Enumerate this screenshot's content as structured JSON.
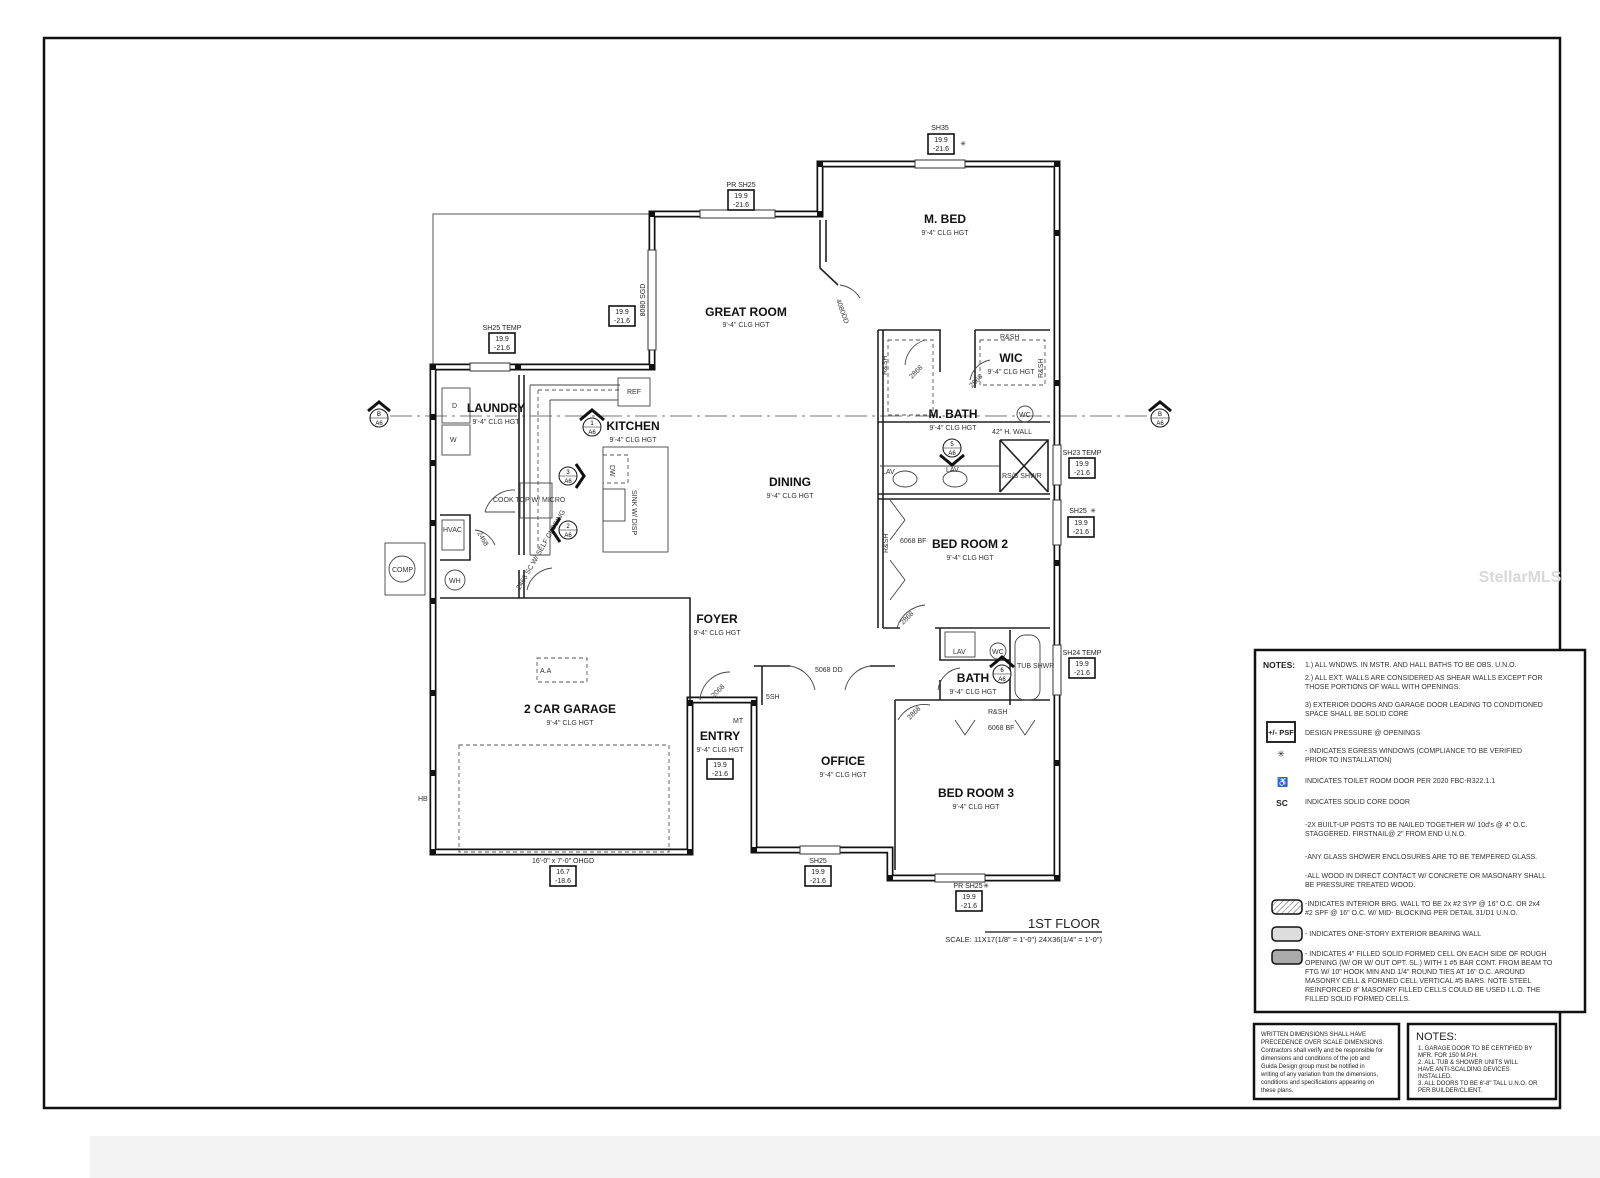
{
  "sheet": {
    "title": "1ST FLOOR",
    "scale": "SCALE:  11X17(1/8\" = 1'-0\")  24X36(1/4\" = 1'-0\")",
    "watermark": "StellarMLS"
  },
  "rooms": [
    {
      "name": "GREAT ROOM",
      "ceiling": "9'-4\" CLG HGT"
    },
    {
      "name": "KITCHEN",
      "ceiling": "9'-4\" CLG HGT"
    },
    {
      "name": "LAUNDRY",
      "ceiling": "9'-4\" CLG HGT"
    },
    {
      "name": "DINING",
      "ceiling": "9'-4\" CLG HGT"
    },
    {
      "name": "M. BED",
      "ceiling": "9'-4\" CLG HGT"
    },
    {
      "name": "M. BATH",
      "ceiling": "9'-4\" CLG HGT"
    },
    {
      "name": "WIC",
      "ceiling": "9'-4\" CLG HGT"
    },
    {
      "name": "BED ROOM 2",
      "ceiling": "9'-4\" CLG HGT"
    },
    {
      "name": "FOYER",
      "ceiling": "9'-4\" CLG HGT"
    },
    {
      "name": "BATH",
      "ceiling": "9'-4\" CLG HGT"
    },
    {
      "name": "2 CAR GARAGE",
      "ceiling": "9'-4\" CLG HGT"
    },
    {
      "name": "ENTRY",
      "ceiling": "9'-4\" CLG HGT"
    },
    {
      "name": "OFFICE",
      "ceiling": "9'-4\" CLG HGT"
    },
    {
      "name": "BED ROOM 3",
      "ceiling": "9'-4\" CLG HGT"
    }
  ],
  "windows": [
    {
      "label": "SH35",
      "pos": "19.9",
      "neg": "-21.6"
    },
    {
      "label": "PR SH25",
      "pos": "19.9",
      "neg": "-21.6"
    },
    {
      "label": "8080 SGD",
      "pos": "19.9",
      "neg": "-21.6"
    },
    {
      "label": "SH25 TEMP",
      "pos": "19.9",
      "neg": "-21.6"
    },
    {
      "label": "SH23 TEMP",
      "pos": "19.9",
      "neg": "-21.6"
    },
    {
      "label": "SH25",
      "pos": "19.9",
      "neg": "-21.6"
    },
    {
      "label": "SH24 TEMP",
      "pos": "19.9",
      "neg": "-21.6"
    },
    {
      "label": "",
      "pos": "19.9",
      "neg": "-21.6"
    },
    {
      "label": "16'-0\" x 7'-0\" OHGD",
      "pos": "16.7",
      "neg": "-18.6"
    },
    {
      "label": "SH25",
      "pos": "19.9",
      "neg": "-21.6"
    },
    {
      "label": "PR SH25",
      "pos": "19.9",
      "neg": "-21.6"
    }
  ],
  "fixtures": {
    "ref": "REF",
    "dryer": "D",
    "washer": "W",
    "hvac": "HVAC",
    "wh": "WH",
    "comp": "COMP",
    "dw": "DW",
    "sink": "SINK W/ DISP",
    "cooktop": "COOK TOP W/ MICRO",
    "laundry_door": "2468 SC W/ SELF CLOSING",
    "hvac_door": "2468",
    "mbed_door": "4080DD",
    "rsh": "R&SH",
    "wall42": "42\" H. WALL",
    "lav": "LAV",
    "shower": "RS/S SHWR",
    "bifold": "6068 BF",
    "tub": "TUB SHWR",
    "wc": "WC",
    "office_door": "5068 DD",
    "shelf": "5SH",
    "mt": "MT",
    "hb": "HB",
    "aa": "A.A",
    "door2068": "2068",
    "door2868": "2868",
    "door2868b": "2868",
    "door2868c": "2868",
    "door2868d": "2868"
  },
  "sections": [
    {
      "num": "1",
      "sheet": "A6"
    },
    {
      "num": "2",
      "sheet": "A6"
    },
    {
      "num": "3",
      "sheet": "A6"
    },
    {
      "num": "5",
      "sheet": "A6"
    },
    {
      "num": "6",
      "sheet": "A6"
    },
    {
      "num": "B",
      "sheet": "A6"
    },
    {
      "num": "B",
      "sheet": "A6"
    }
  ],
  "notes": {
    "heading": "NOTES:",
    "items": [
      "1.) ALL WNDWS. IN MSTR. AND HALL BATHS TO BE OBS.  U.N.O.",
      "2.) ALL EXT. WALLS ARE  CONSIDERED AS SHEAR  WALLS EXCEPT FOR",
      "THOSE PORTIONS OF WALL WITH OPENINGS.",
      "3) EXTERIOR DOORS AND  GARAGE DOOR LEADING TO  CONDITIONED",
      "SPACE SHALL  BE SOLID CORE"
    ],
    "legend": [
      {
        "symbol": "+/- PSF",
        "text": [
          "DESIGN PRESSURE @ OPENINGS"
        ]
      },
      {
        "symbol": "✳",
        "text": [
          "- INDICATES EGRESS WINDOWS  (COMPLIANCE TO BE VERIFIED",
          "PRIOR TO INSTALLATION)"
        ]
      },
      {
        "symbol": "♿",
        "text": [
          "INDICATES  TOILET ROOM DOOR PER 2020 FBC-R322.1.1"
        ]
      },
      {
        "symbol": "SC",
        "text": [
          "INDICATES  SOLID CORE DOOR"
        ]
      },
      {
        "symbol": "",
        "text": [
          "-2X BUILT-UP POSTS TO  BE NAILED TOGETHER W/ 10d's @ 4\" O.C.",
          "STAGGERED. FIRSTNAIL@ 2\" FROM END U.N.O."
        ]
      },
      {
        "symbol": "",
        "text": [
          "-ANY GLASS SHOWER ENCLOSURES ARE TO BE TEMPERED GLASS."
        ]
      },
      {
        "symbol": "",
        "text": [
          "-ALL WOOD IN DIRECT CONTACT W/ CONCRETE OR MASONARY SHALL",
          "BE PRESSURE TREATED WOOD."
        ]
      },
      {
        "symbol": "hatched",
        "text": [
          "-INDICATES INTERIOR BRG. WALL TO BE 2x  #2 SYP @ 16\" O.C. OR 2x4",
          "#2 SPF @ 16\" O.C. W/ MID- BLOCKING PER DETAIL 31/D1 U.N.O."
        ]
      },
      {
        "symbol": "light",
        "text": [
          "- INDICATES ONE-STORY EXTERIOR BEARING WALL"
        ]
      },
      {
        "symbol": "dark",
        "text": [
          "- INDICATES 4\" FILLED SOLID FORMED CELL ON EACH SIDE OF ROUGH",
          "OPENING (W/ OR W/ OUT OPT. SL.) WITH 1 #5 BAR CONT. FROM BEAM TO",
          "FTG W/ 10\" HOOK MIN AND 1/4\" ROUND TIES AT 16\" O.C. AROUND",
          "MASONRY CELL & FORMED CELL VERTICAL #5 BARS. NOTE STEEL",
          "REINFORCED 8\" MASONRY FILLED CELLS COULD BE USED I.L.O. THE",
          "FILLED SOLID FORMED CELLS."
        ]
      }
    ]
  },
  "dimension_note": [
    "WRITTEN  DIMENSIONS  SHALL  HAVE",
    "PRECEDENCE OVER SCALE DIMENSIONS.",
    "Contractors shall verify  and be responsible for",
    "dimensions and conditions  of the job and",
    "Guida Design group  must  be notified in",
    "writing of any variation from the  dimensions,",
    "conditions and specifications appearing  on",
    "these plans."
  ],
  "notes2": {
    "heading": "NOTES:",
    "items": [
      "1. GARAGE DOOR TO BE CERTIFIED BY",
      "MFR. FOR 150 M.P.H.",
      "2. ALL TUB & SHOWER UNITS WILL",
      "HAVE    ANTI-SCALDING    DEVICES",
      "INSTALLED.",
      "3. ALL DOORS TO BE 6'-8\" TALL U.N.O. OR",
      "PER BUILDER/CLIENT."
    ]
  }
}
